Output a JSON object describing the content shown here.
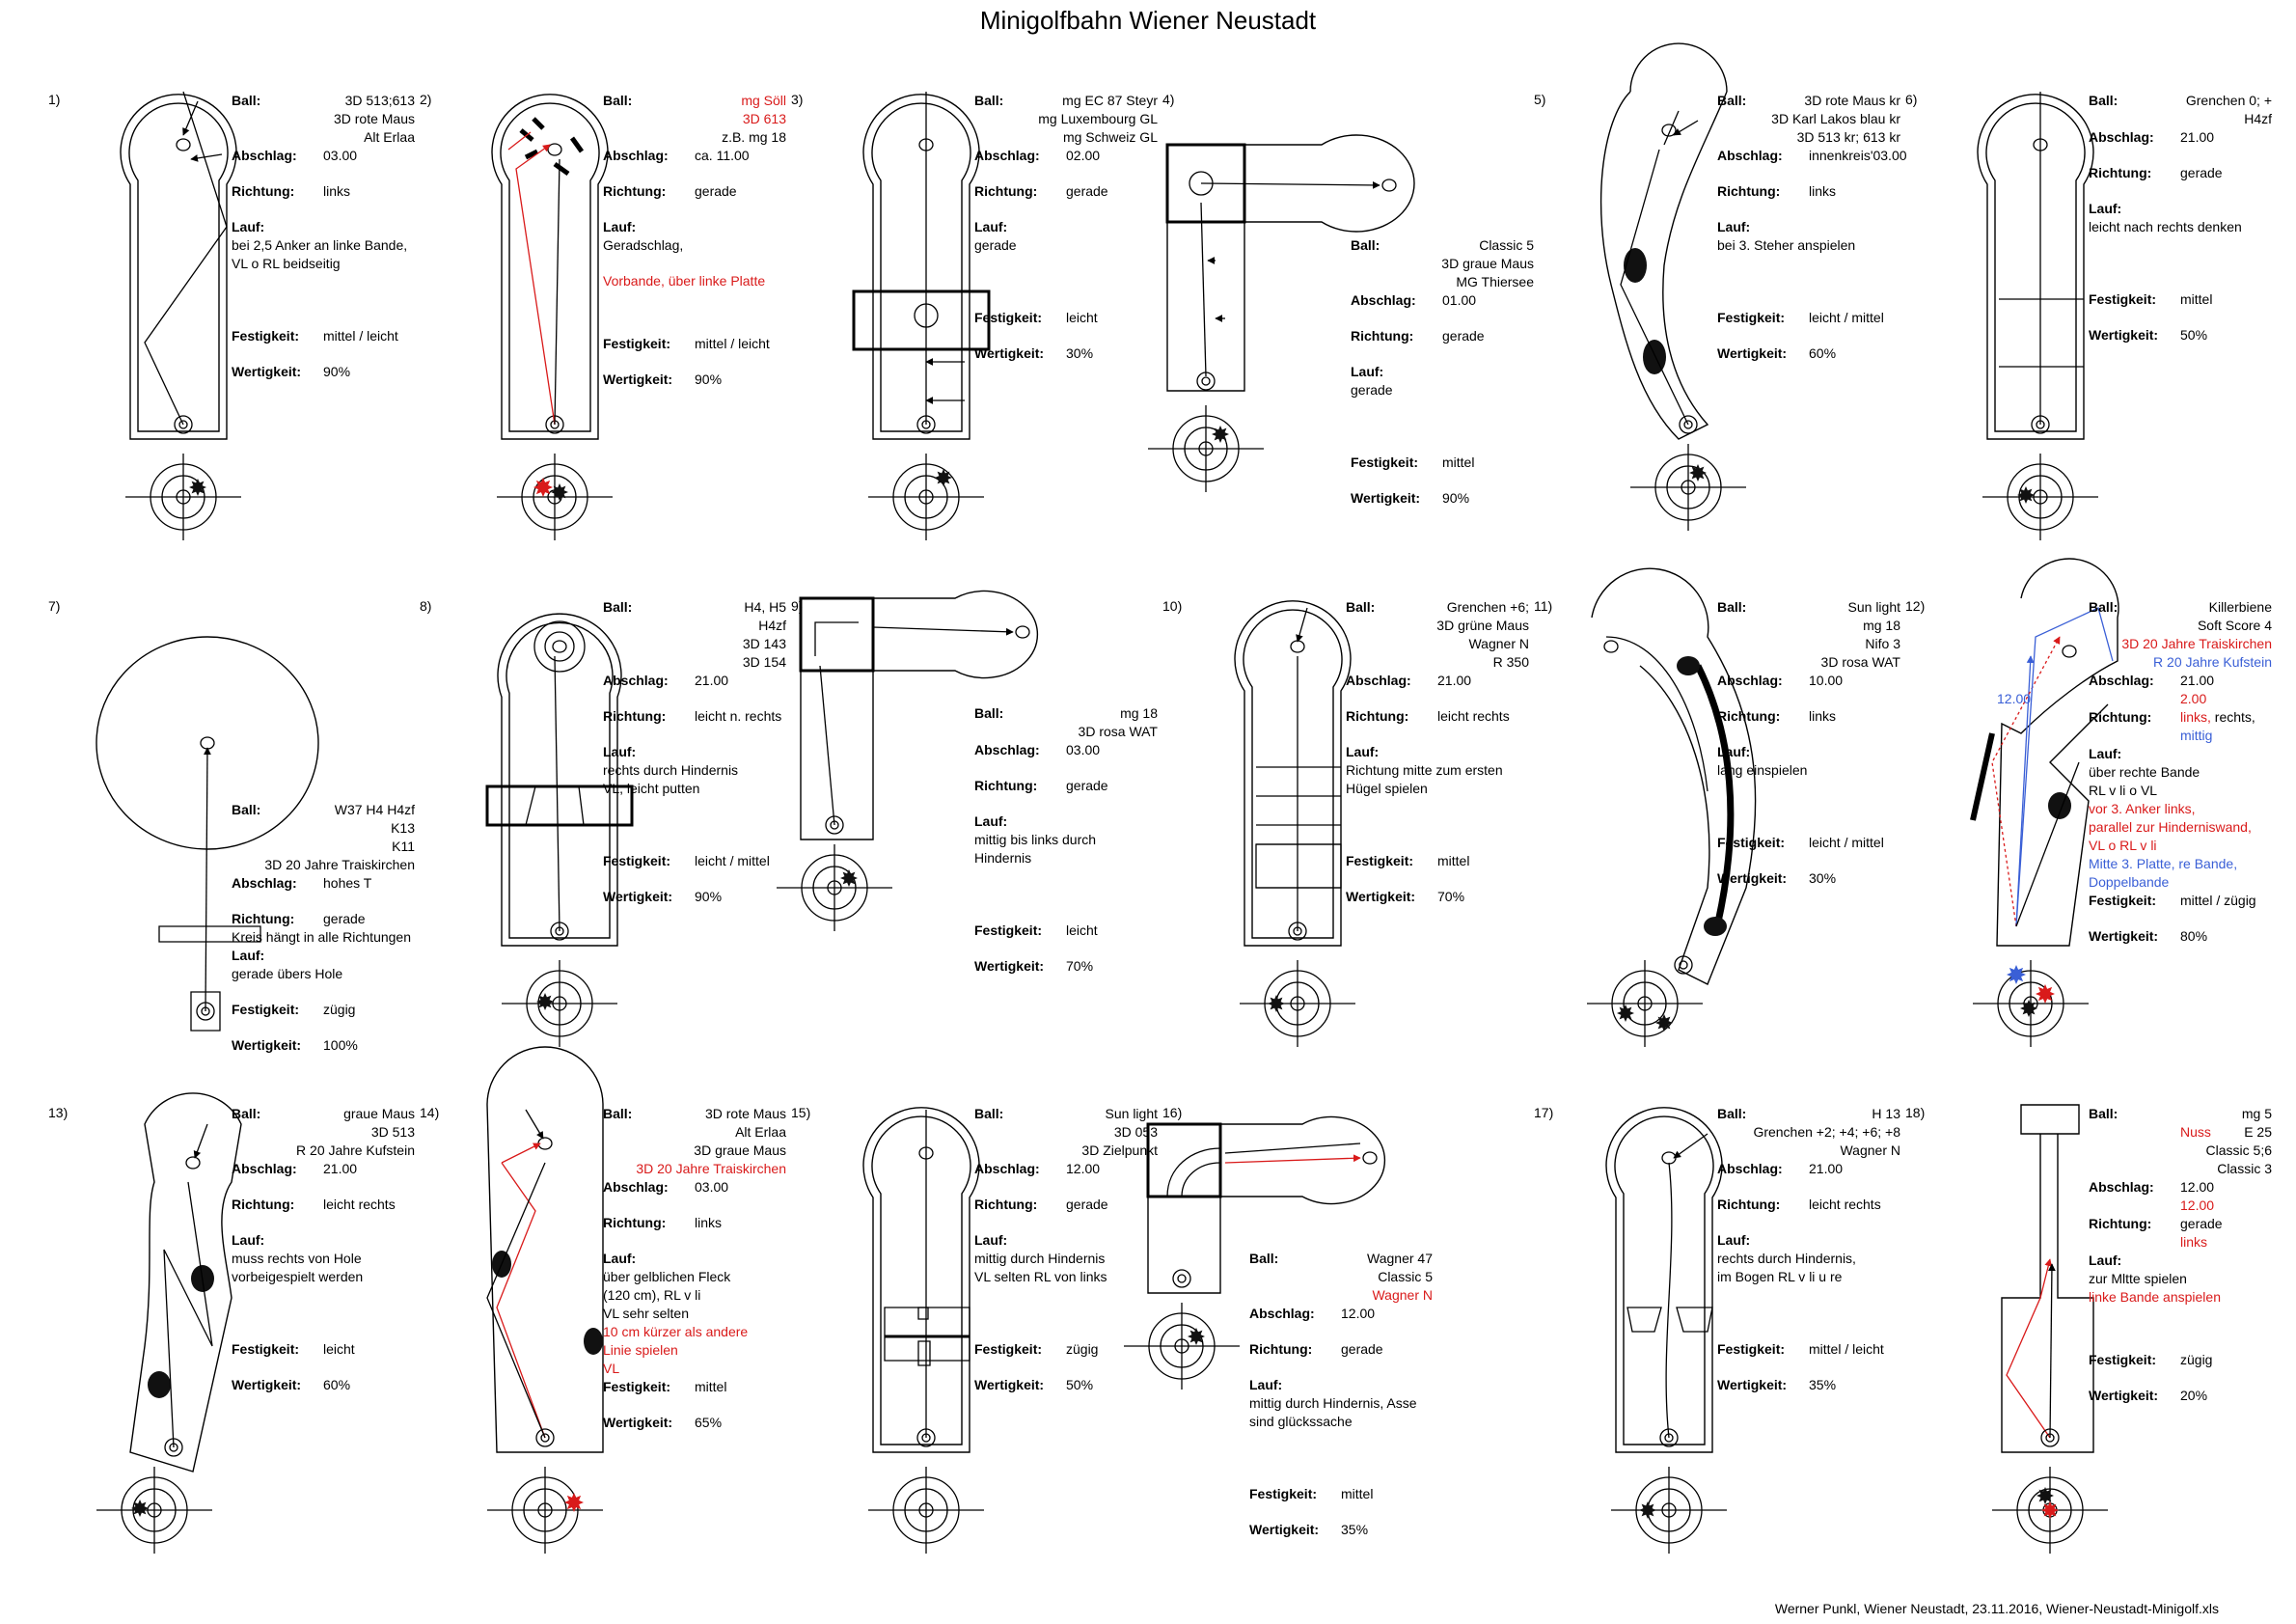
{
  "title": "Minigolfbahn Wiener Neustadt",
  "footer": "Werner Punkl, Wiener Neustadt, 23.11.2016, Wiener-Neustadt-Minigolf.xls",
  "labels": {
    "ball": "Ball:",
    "abschlag": "Abschlag:",
    "richtung": "Richtung:",
    "lauf": "Lauf:",
    "festigkeit": "Festigkeit:",
    "wertigkeit": "Wertigkeit:"
  },
  "holes": [
    {
      "num": "1)",
      "balls": [
        "3D 513;613",
        "3D rote Maus",
        "Alt Erlaa"
      ],
      "abschlag": "03.00",
      "richtung": "links",
      "lauf": "bei 2,5 Anker an linke Bande,\nVL o RL beidseitig",
      "festigkeit": "mittel / leicht",
      "wertigkeit": "90%"
    },
    {
      "num": "2)",
      "balls": [],
      "balls_red": [
        "mg Söll",
        "3D 613"
      ],
      "balls_after": [
        "z.B. mg 18"
      ],
      "abschlag": "ca. 11.00",
      "richtung": "gerade",
      "lauf": "Geradschlag,",
      "lauf_red": "Vorbande, über linke Platte",
      "festigkeit": "mittel / leicht",
      "wertigkeit": "90%"
    },
    {
      "num": "3)",
      "balls": [
        "mg EC 87 Steyr",
        "mg Luxembourg GL",
        "mg Schweiz GL"
      ],
      "abschlag": "02.00",
      "richtung": "gerade",
      "lauf": "gerade",
      "festigkeit": "leicht",
      "wertigkeit": "30%"
    },
    {
      "num": "4)",
      "balls": [
        "Classic 5",
        "3D graue Maus",
        "MG Thiersee"
      ],
      "abschlag": "01.00",
      "richtung": "gerade",
      "lauf": "gerade",
      "festigkeit": "mittel",
      "wertigkeit": "90%"
    },
    {
      "num": "5)",
      "balls": [
        "3D rote Maus kr",
        "3D Karl Lakos blau kr",
        "3D 513 kr; 613 kr"
      ],
      "abschlag": "innenkreis'03.00",
      "richtung": "links",
      "lauf": "bei 3. Steher anspielen",
      "festigkeit": "leicht / mittel",
      "wertigkeit": "60%"
    },
    {
      "num": "6)",
      "balls": [
        "Grenchen 0; +",
        "H4zf"
      ],
      "abschlag": "21.00",
      "richtung": "gerade",
      "lauf": "leicht nach rechts denken",
      "festigkeit": "mittel",
      "wertigkeit": "50%"
    },
    {
      "num": "7)",
      "balls": [
        "W37 H4 H4zf",
        "K13",
        "K11",
        "3D 20 Jahre Traiskirchen"
      ],
      "abschlag": "hohes T",
      "richtung": "gerade",
      "richtung_extra": "Kreis hängt in alle Richtungen",
      "lauf": "gerade übers Hole",
      "festigkeit": "zügig",
      "wertigkeit": "100%"
    },
    {
      "num": "8)",
      "balls": [
        "H4, H5",
        "H4zf",
        "3D 143",
        "3D 154"
      ],
      "abschlag": "21.00",
      "richtung": "leicht n. rechts",
      "lauf": "rechts durch Hindernis\nVL, leicht putten",
      "festigkeit": "leicht / mittel",
      "wertigkeit": "90%"
    },
    {
      "num": "9)",
      "balls": [
        "mg 18",
        "3D rosa WAT"
      ],
      "abschlag": "03.00",
      "richtung": "gerade",
      "lauf": "mittig bis links durch\nHindernis",
      "festigkeit": "leicht",
      "wertigkeit": "70%"
    },
    {
      "num": "10)",
      "balls": [
        "Grenchen +6;",
        "3D grüne Maus",
        "Wagner N",
        "R 350"
      ],
      "abschlag": "21.00",
      "richtung": "leicht rechts",
      "lauf": "Richtung mitte zum ersten\nHügel spielen",
      "festigkeit": "mittel",
      "wertigkeit": "70%"
    },
    {
      "num": "11)",
      "balls": [
        "Sun light",
        "mg 18",
        "Nifo 3",
        "3D rosa WAT"
      ],
      "abschlag": "10.00",
      "richtung": "links",
      "lauf": "lang einspielen",
      "festigkeit": "leicht / mittel",
      "wertigkeit": "30%"
    },
    {
      "num": "12)",
      "balls": [
        "Killerbiene",
        "Soft Score 4"
      ],
      "balls_red": [
        "3D 20 Jahre Traiskirchen"
      ],
      "balls_blue": [
        "R 20 Jahre Kufstein"
      ],
      "abschlag": "21.00",
      "abschlag_blue": "12.00",
      "abschlag_red": "2.00",
      "richtung_red": "links,",
      "richtung": "rechts,",
      "richtung_blue": "mittig",
      "lauf": "über rechte Bande\nRL v li o VL",
      "lauf_red": "vor 3. Anker links,\nparallel zur Hinderniswand,\nVL o RL v li",
      "lauf_blue": "Mitte 3. Platte, re Bande,\nDoppelbande",
      "festigkeit": "mittel / zügig",
      "wertigkeit": "80%"
    },
    {
      "num": "13)",
      "balls": [
        "graue Maus",
        "3D 513",
        "R 20 Jahre Kufstein"
      ],
      "abschlag": "21.00",
      "richtung": "leicht rechts",
      "lauf": "muss rechts von Hole\nvorbeigespielt werden",
      "festigkeit": "leicht",
      "wertigkeit": "60%"
    },
    {
      "num": "14)",
      "balls": [
        "3D rote Maus",
        "Alt Erlaa",
        "3D graue Maus"
      ],
      "balls_red": [
        "3D 20 Jahre Traiskirchen"
      ],
      "abschlag": "03.00",
      "richtung": "links",
      "lauf": "über gelblichen Fleck\n(120 cm), RL v li\nVL sehr selten",
      "lauf_red": "10 cm kürzer als andere\nLinie spielen\nVL",
      "festigkeit": "mittel",
      "wertigkeit": "65%"
    },
    {
      "num": "15)",
      "balls": [
        "Sun light",
        "3D 053",
        "3D Zielpunkt"
      ],
      "abschlag": "12.00",
      "richtung": "gerade",
      "lauf": "mittig durch Hindernis\nVL selten RL von links",
      "festigkeit": "zügig",
      "wertigkeit": "50%"
    },
    {
      "num": "16)",
      "balls": [
        "Wagner 47",
        "Classic 5"
      ],
      "balls_red": [
        "Wagner N"
      ],
      "abschlag": "12.00",
      "richtung": "gerade",
      "lauf": "mittig durch Hindernis, Asse\nsind glückssache",
      "festigkeit": "mittel",
      "wertigkeit": "35%"
    },
    {
      "num": "17)",
      "balls": [
        "H 13",
        "Grenchen +2; +4; +6; +8",
        "Wagner N"
      ],
      "abschlag": "21.00",
      "richtung": "leicht rechts",
      "lauf": "rechts durch Hindernis,\nim Bogen RL v li u re",
      "festigkeit": "mittel / leicht",
      "wertigkeit": "35%"
    },
    {
      "num": "18)",
      "balls": [
        "mg 5"
      ],
      "balls_red_left": "Nuss",
      "balls_after": [
        "E 25",
        "Classic 5;6",
        "Classic 3"
      ],
      "abschlag": "12.00",
      "abschlag_red": "12.00",
      "richtung": "gerade",
      "richtung_red": "links",
      "lauf": "zur Mltte spielen",
      "lauf_red": "linke Bande anspielen",
      "festigkeit": "zügig",
      "wertigkeit": "20%"
    }
  ]
}
